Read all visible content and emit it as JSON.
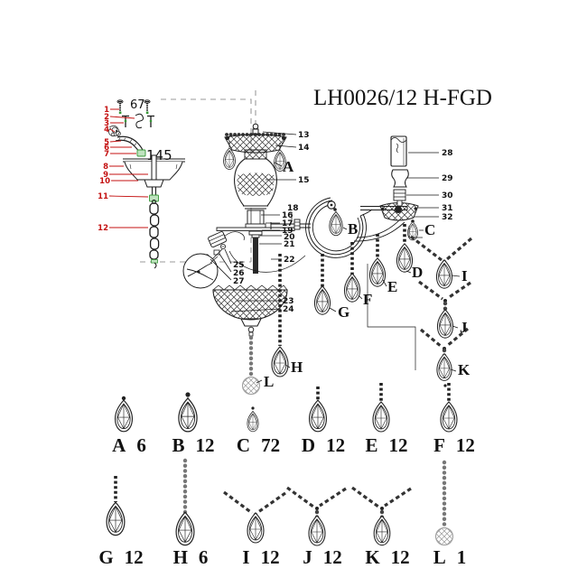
{
  "title": "LH0026/12 H-FGD",
  "colors": {
    "callout_red": "#c41111",
    "accent_green": "#379737",
    "line_black": "#1a1a1a"
  },
  "mount_detail": {
    "callouts": [
      "1",
      "2",
      "3",
      "4",
      "5",
      "6",
      "7",
      "8",
      "9",
      "10",
      "11",
      "12"
    ],
    "screw_length_label": "67",
    "nut_size_label": "145"
  },
  "assembly": {
    "callouts": [
      "13",
      "14",
      "15",
      "16",
      "17",
      "18",
      "19",
      "20",
      "21",
      "22",
      "23",
      "24",
      "25",
      "26",
      "27",
      "28",
      "29",
      "30",
      "31",
      "32"
    ],
    "pendant_letters": [
      "A",
      "B",
      "C",
      "D",
      "E",
      "F",
      "G",
      "H",
      "I",
      "J",
      "K",
      "L"
    ]
  },
  "parts_list": [
    {
      "letter": "A",
      "qty": "6",
      "icon": "teardrop-pendant"
    },
    {
      "letter": "B",
      "qty": "12",
      "icon": "teardrop-pendant-bead"
    },
    {
      "letter": "C",
      "qty": "72",
      "icon": "small-teardrop-pendant"
    },
    {
      "letter": "D",
      "qty": "12",
      "icon": "teardrop-pendant-chain"
    },
    {
      "letter": "E",
      "qty": "12",
      "icon": "teardrop-pendant-chain"
    },
    {
      "letter": "F",
      "qty": "12",
      "icon": "teardrop-pendant-chain"
    },
    {
      "letter": "G",
      "qty": "12",
      "icon": "teardrop-pendant-chain"
    },
    {
      "letter": "H",
      "qty": "6",
      "icon": "teardrop-pendant-long-chain"
    },
    {
      "letter": "I",
      "qty": "12",
      "icon": "garland-teardrop-pendant"
    },
    {
      "letter": "J",
      "qty": "12",
      "icon": "garland-drop-teardrop-pendant"
    },
    {
      "letter": "K",
      "qty": "12",
      "icon": "garland-drop-teardrop-pendant"
    },
    {
      "letter": "L",
      "qty": "1",
      "icon": "ball-long-chain-pendant"
    }
  ]
}
